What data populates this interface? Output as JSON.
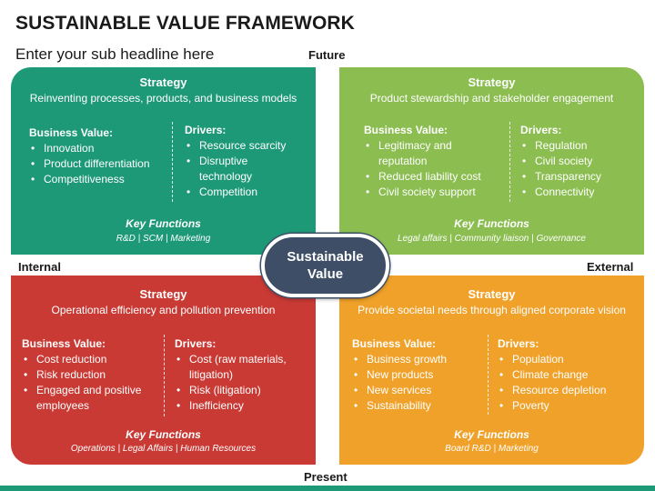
{
  "title": "SUSTAINABLE VALUE FRAMEWORK",
  "subtitle": "Enter your sub headline here",
  "axes": {
    "top": "Future",
    "left": "Internal",
    "right": "External",
    "bottom": "Present"
  },
  "center": {
    "line1": "Sustainable",
    "line2": "Value"
  },
  "quadrants": {
    "top_left": {
      "color": "#1e9978",
      "strategy_label": "Strategy",
      "strategy_text": "Reinventing processes, products, and business models",
      "business_value_label": "Business Value:",
      "business_value": [
        "Innovation",
        "Product differentiation",
        "Competitiveness"
      ],
      "drivers_label": "Drivers:",
      "drivers": [
        "Resource scarcity",
        "Disruptive technology",
        "Competition"
      ],
      "key_functions_label": "Key Functions",
      "key_functions": "R&D | SCM | Marketing"
    },
    "top_right": {
      "color": "#8bbd50",
      "strategy_label": "Strategy",
      "strategy_text": "Product stewardship and stakeholder engagement",
      "business_value_label": "Business Value:",
      "business_value": [
        "Legitimacy and reputation",
        "Reduced liability cost",
        "Civil society support"
      ],
      "drivers_label": "Drivers:",
      "drivers": [
        "Regulation",
        "Civil society",
        "Transparency",
        "Connectivity"
      ],
      "key_functions_label": "Key Functions",
      "key_functions": "Legal affairs | Community liaison | Governance"
    },
    "bottom_left": {
      "color": "#c93a35",
      "strategy_label": "Strategy",
      "strategy_text": "Operational efficiency and pollution prevention",
      "business_value_label": "Business Value:",
      "business_value": [
        "Cost reduction",
        "Risk reduction",
        "Engaged and positive employees"
      ],
      "drivers_label": "Drivers:",
      "drivers": [
        "Cost (raw materials, litigation)",
        "Risk (litigation)",
        "Inefficiency"
      ],
      "key_functions_label": "Key Functions",
      "key_functions": "Operations | Legal Affairs | Human Resources"
    },
    "bottom_right": {
      "color": "#f0a129",
      "strategy_label": "Strategy",
      "strategy_text": "Provide societal needs through aligned corporate vision",
      "business_value_label": "Business Value:",
      "business_value": [
        "Business growth",
        "New products",
        "New services",
        "Sustainability"
      ],
      "drivers_label": "Drivers:",
      "drivers": [
        "Population",
        "Climate change",
        "Resource depletion",
        "Poverty"
      ],
      "key_functions_label": "Key Functions",
      "key_functions": "Board R&D | Marketing"
    }
  }
}
